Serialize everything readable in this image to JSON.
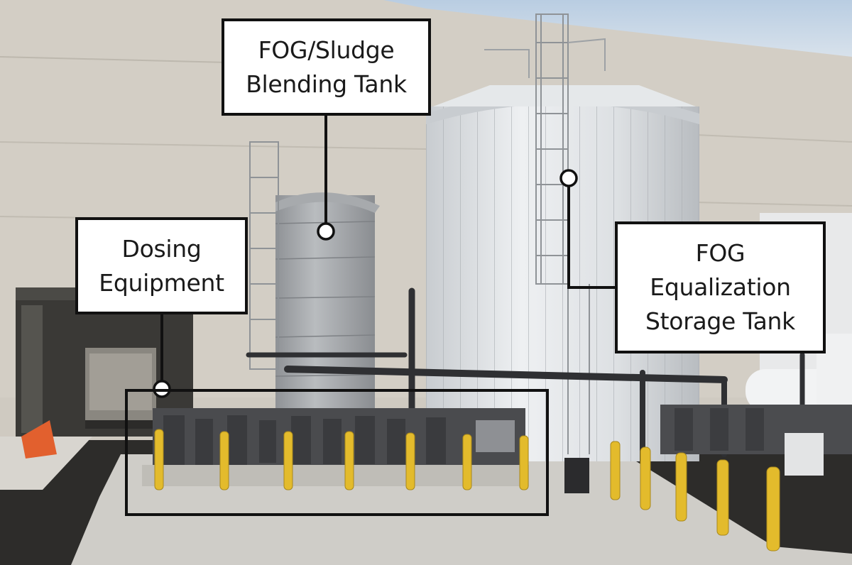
{
  "labels": {
    "blending_tank": {
      "line1": "FOG/Sludge",
      "line2": "Blending Tank"
    },
    "dosing": {
      "line1": "Dosing",
      "line2": "Equipment"
    },
    "fog_storage": {
      "line1": "FOG",
      "line2": "Equalization",
      "line3": "Storage Tank"
    }
  },
  "colors": {
    "callout_border": "#111111",
    "callout_fill": "#ffffff",
    "bollard": "#e3bb2c",
    "tank_silver": "#dfe3e6",
    "wall": "#d2cdc4"
  }
}
